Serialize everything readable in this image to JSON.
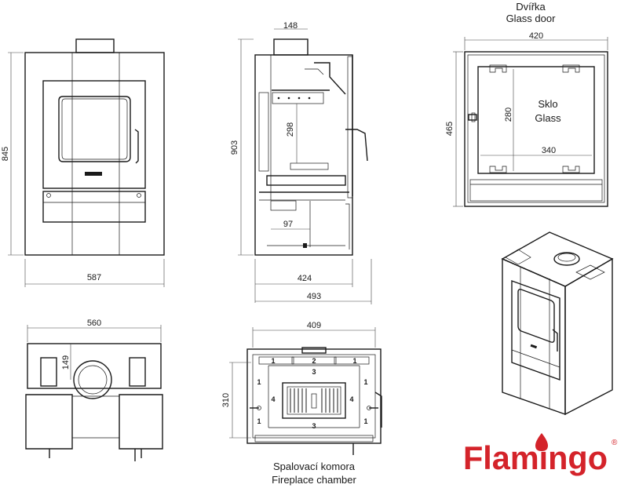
{
  "dimensions": {
    "front_height": "845",
    "front_width": "587",
    "side_flue": "148",
    "side_height": "903",
    "side_inner": "298",
    "side_offset": "97",
    "side_depth_inner": "424",
    "side_depth_total": "493",
    "door_width": "420",
    "door_height": "465",
    "glass_height": "280",
    "glass_width": "340",
    "top_width": "560",
    "top_flue": "149",
    "chamber_width": "409",
    "chamber_depth": "310"
  },
  "labels": {
    "door_cz": "Dvířka",
    "door_en": "Glass door",
    "glass_cz": "Sklo",
    "glass_en": "Glass",
    "chamber_cz": "Spalovací komora",
    "chamber_en": "Fireplace chamber"
  },
  "chamber_parts": {
    "p1": "1",
    "p2": "2",
    "p3": "3",
    "p4": "4"
  },
  "brand": {
    "name": "Flamingo",
    "reg": "®",
    "color": "#d4232a"
  }
}
